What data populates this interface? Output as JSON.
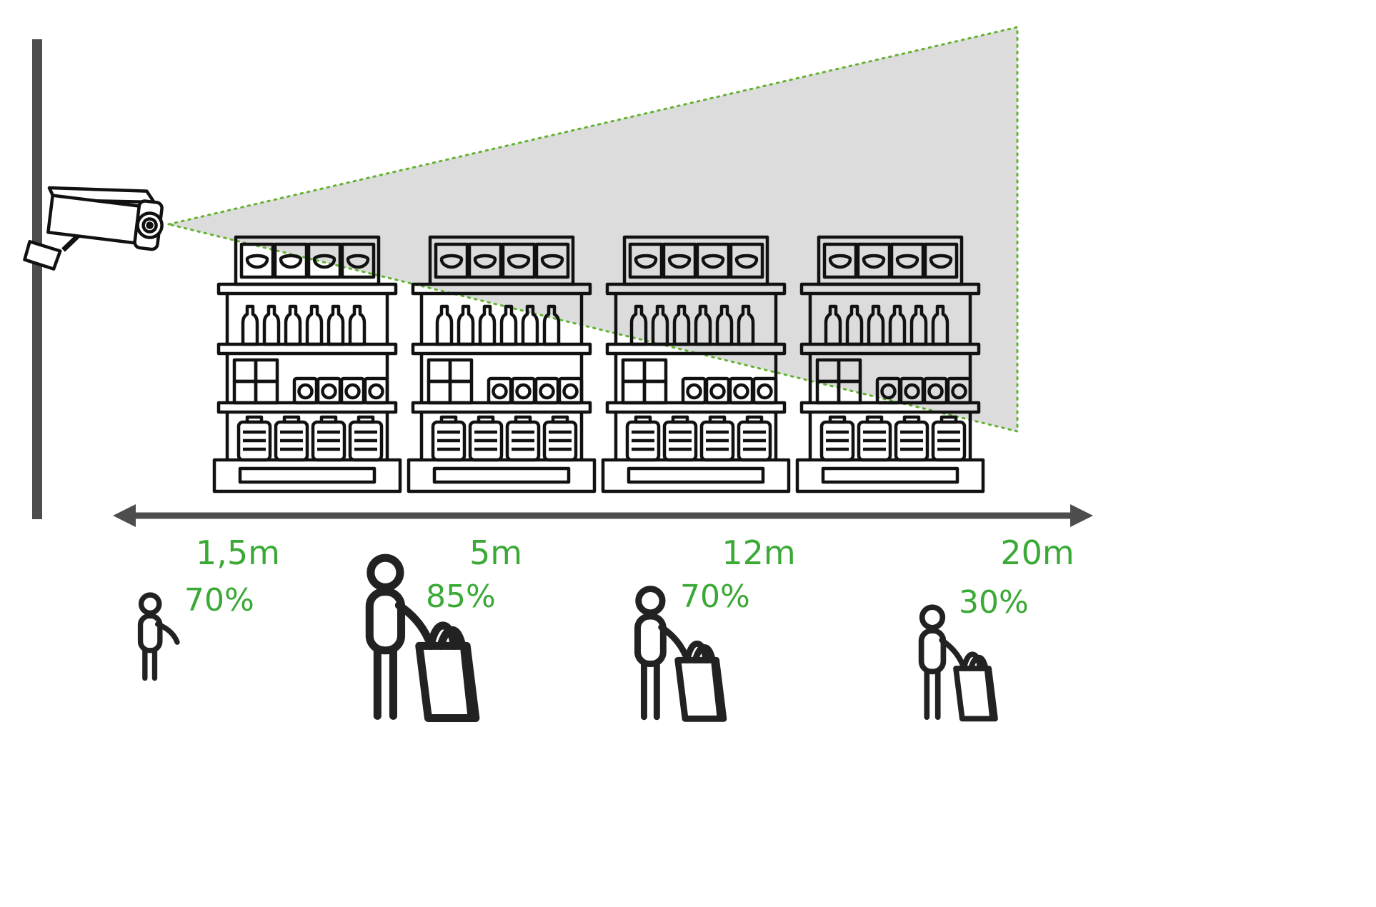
{
  "colors": {
    "accent_green": "#3aa935",
    "dotted_line_green": "#62b22f",
    "dark_gray": "#4d4d4d",
    "fov_fill": "#dcdcdc",
    "outline": "#111111"
  },
  "measurements": [
    {
      "distance": "1,5m",
      "detection": "70%"
    },
    {
      "distance": "5m",
      "detection": "85%"
    },
    {
      "distance": "12m",
      "detection": "70%"
    },
    {
      "distance": "20m",
      "detection": "30%"
    }
  ],
  "icons": [
    "cctv-camera-icon",
    "camera-field-of-view",
    "wall",
    "shelf-unit",
    "distance-arrow",
    "person-icon",
    "person-with-bag-icon"
  ]
}
